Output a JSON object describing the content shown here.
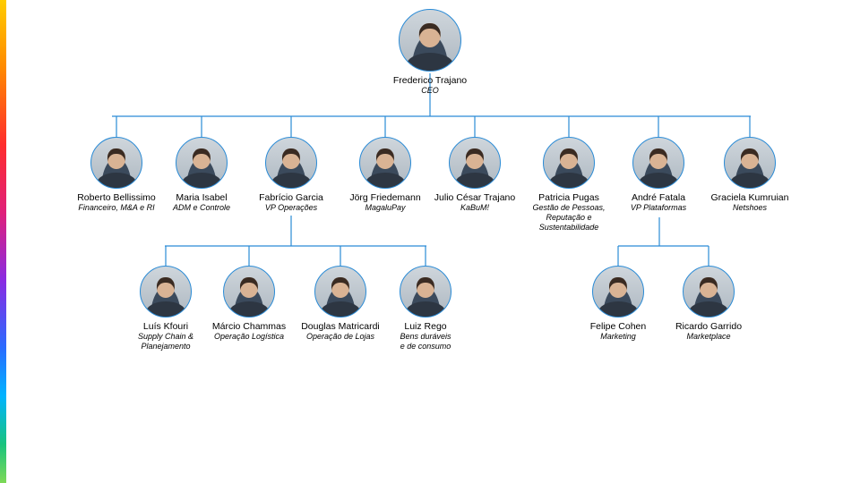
{
  "ceo": {
    "id": "frederico",
    "name": "Frederico Trajano",
    "title": "CEO"
  },
  "level1": [
    {
      "id": "roberto",
      "name": "Roberto Bellissimo",
      "title": "Financeiro, M&A e RI"
    },
    {
      "id": "maria",
      "name": "Maria Isabel",
      "title": "ADM e Controle"
    },
    {
      "id": "fabricio",
      "name": "Fabrício Garcia",
      "title": "VP Operações"
    },
    {
      "id": "jorg",
      "name": "Jörg Friedemann",
      "title": "MagaluPay"
    },
    {
      "id": "julio",
      "name": "Julio César Trajano",
      "title": "KaBuM!"
    },
    {
      "id": "patricia",
      "name": "Patricia Pugas",
      "title": "Gestão de Pessoas,\nReputação e\nSustentabilidade"
    },
    {
      "id": "andre",
      "name": "André Fatala",
      "title": "VP Plataformas"
    },
    {
      "id": "graciela",
      "name": "Graciela Kumruian",
      "title": "Netshoes"
    }
  ],
  "fabricio_reports": [
    {
      "id": "luis",
      "name": "Luís Kfouri",
      "title": "Supply Chain &\nPlanejamento"
    },
    {
      "id": "marcio",
      "name": "Márcio Chammas",
      "title": "Operação Logística"
    },
    {
      "id": "douglas",
      "name": "Douglas Matricardi",
      "title": "Operação de Lojas"
    },
    {
      "id": "luiz",
      "name": "Luiz Rego",
      "title": "Bens duráveis\ne de consumo"
    }
  ],
  "andre_reports": [
    {
      "id": "felipe",
      "name": "Felipe Cohen",
      "title": "Marketing"
    },
    {
      "id": "ricardo",
      "name": "Ricardo Garrido",
      "title": "Marketplace"
    }
  ],
  "colors": {
    "connector": "#2a8bd6",
    "avatar_border": "#2a8bd6"
  }
}
